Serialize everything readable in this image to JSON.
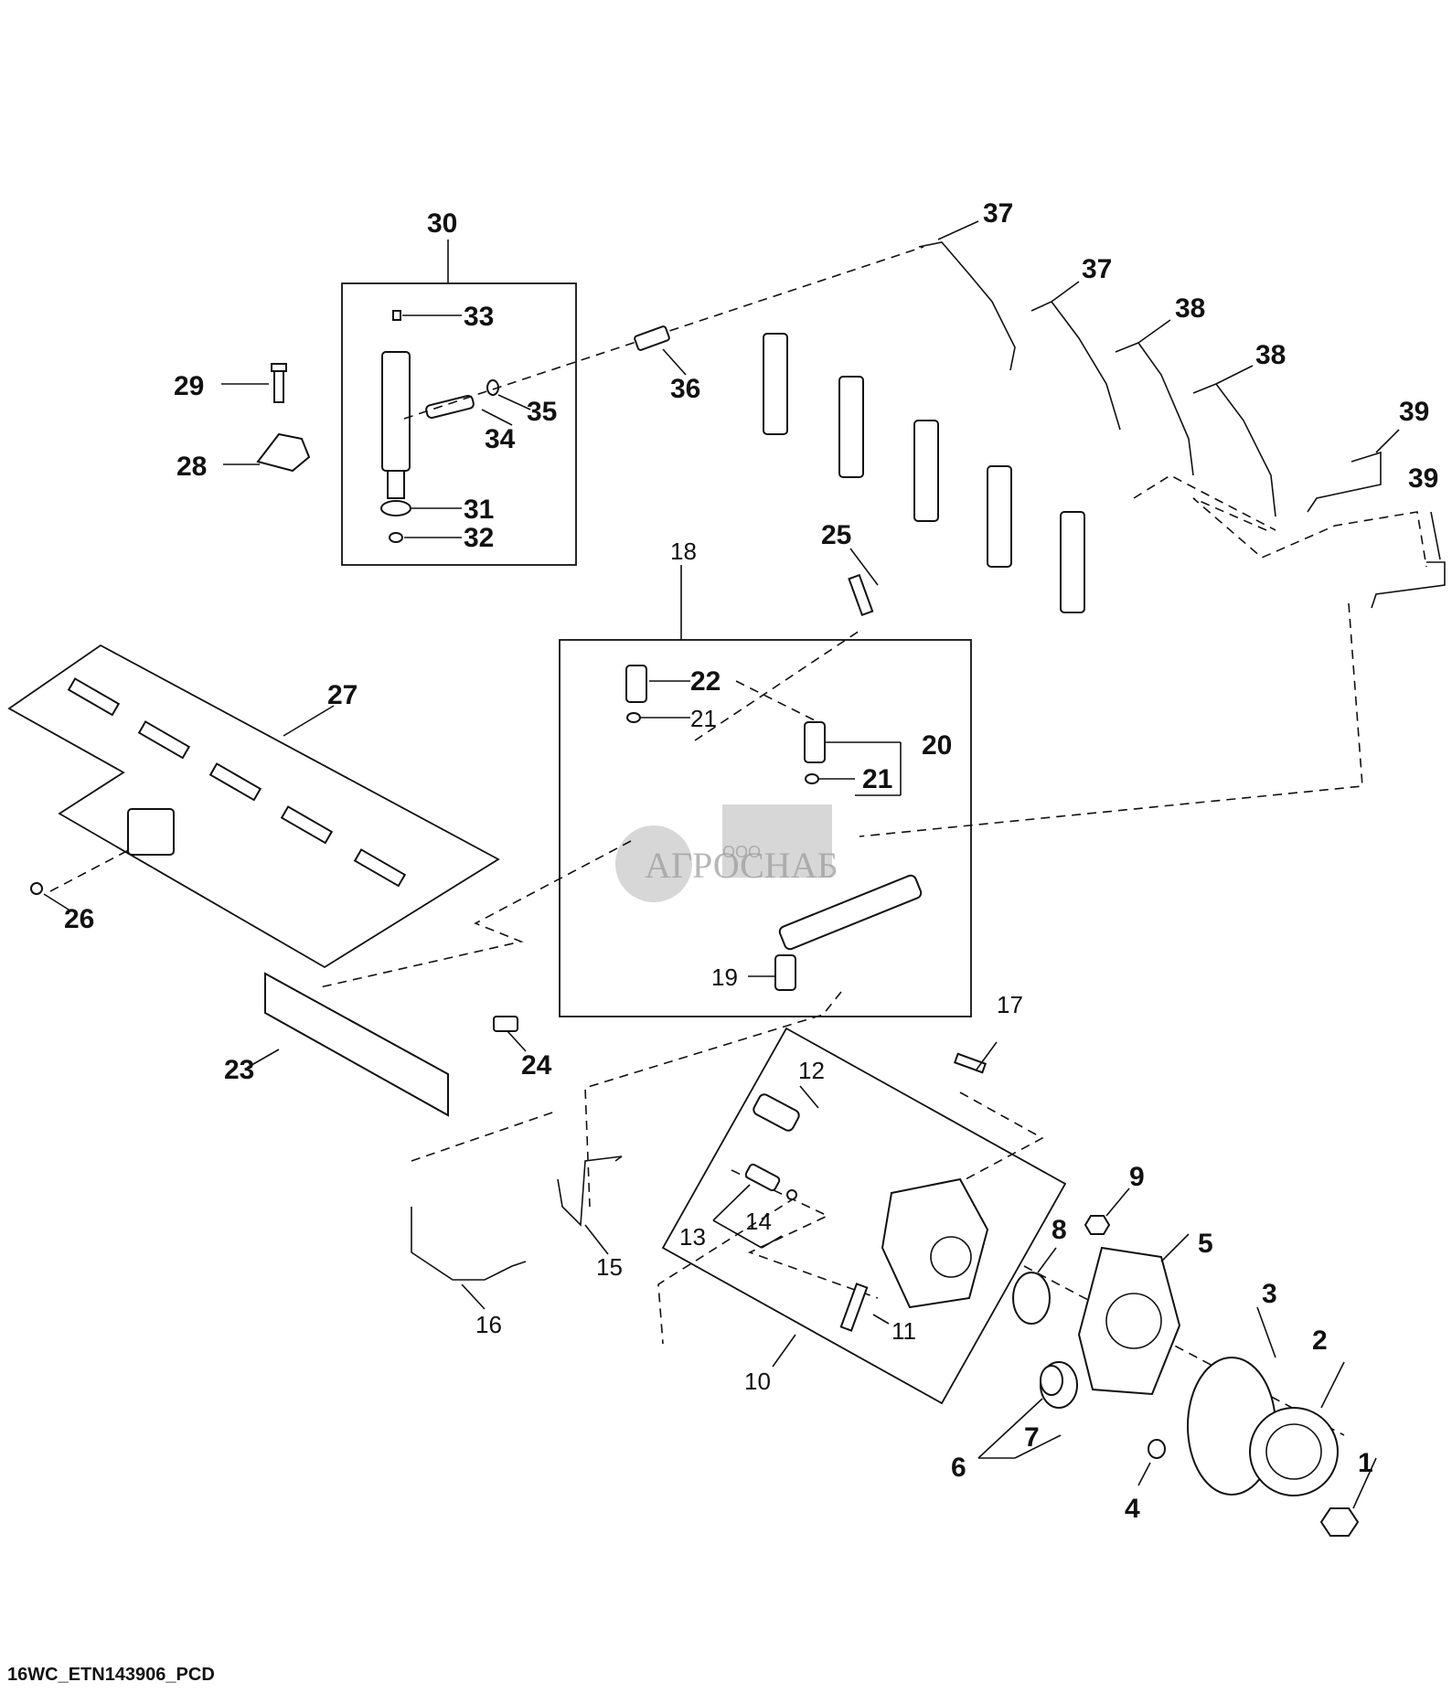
{
  "diagram": {
    "title": "Fuel injection system exploded parts diagram",
    "footer_code": "16WC_ETN143906_PCD",
    "watermark": {
      "company_prefix": "ООО",
      "company_name": "АГРОСНАБ"
    },
    "callouts": [
      {
        "id": "1",
        "label": "1"
      },
      {
        "id": "2",
        "label": "2"
      },
      {
        "id": "3",
        "label": "3"
      },
      {
        "id": "4",
        "label": "4"
      },
      {
        "id": "5",
        "label": "5"
      },
      {
        "id": "6",
        "label": "6"
      },
      {
        "id": "7",
        "label": "7"
      },
      {
        "id": "8",
        "label": "8"
      },
      {
        "id": "9",
        "label": "9"
      },
      {
        "id": "10",
        "label": "10"
      },
      {
        "id": "11",
        "label": "11"
      },
      {
        "id": "12",
        "label": "12"
      },
      {
        "id": "13",
        "label": "13"
      },
      {
        "id": "14",
        "label": "14"
      },
      {
        "id": "15",
        "label": "15"
      },
      {
        "id": "16",
        "label": "16"
      },
      {
        "id": "17",
        "label": "17"
      },
      {
        "id": "18",
        "label": "18"
      },
      {
        "id": "19",
        "label": "19"
      },
      {
        "id": "20",
        "label": "20"
      },
      {
        "id": "21a",
        "label": "21"
      },
      {
        "id": "21b",
        "label": "21"
      },
      {
        "id": "22",
        "label": "22"
      },
      {
        "id": "23",
        "label": "23"
      },
      {
        "id": "24",
        "label": "24"
      },
      {
        "id": "25",
        "label": "25"
      },
      {
        "id": "26",
        "label": "26"
      },
      {
        "id": "27",
        "label": "27"
      },
      {
        "id": "28",
        "label": "28"
      },
      {
        "id": "29",
        "label": "29"
      },
      {
        "id": "30",
        "label": "30"
      },
      {
        "id": "31",
        "label": "31"
      },
      {
        "id": "32",
        "label": "32"
      },
      {
        "id": "33",
        "label": "33"
      },
      {
        "id": "34",
        "label": "34"
      },
      {
        "id": "35",
        "label": "35"
      },
      {
        "id": "36",
        "label": "36"
      },
      {
        "id": "37a",
        "label": "37"
      },
      {
        "id": "37b",
        "label": "37"
      },
      {
        "id": "38a",
        "label": "38"
      },
      {
        "id": "38b",
        "label": "38"
      },
      {
        "id": "39a",
        "label": "39"
      },
      {
        "id": "39b",
        "label": "39"
      }
    ]
  }
}
